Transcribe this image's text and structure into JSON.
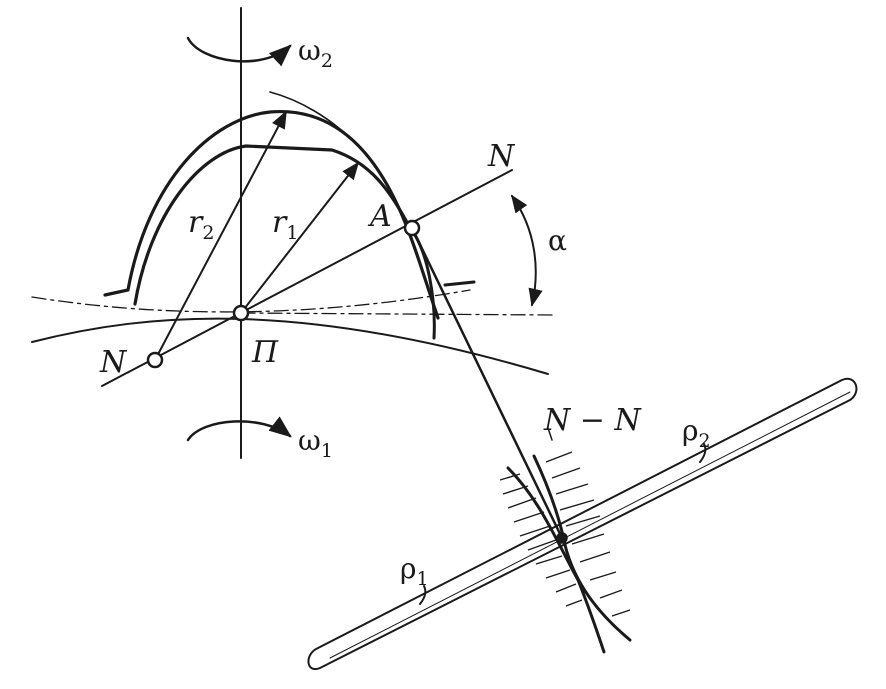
{
  "labels": {
    "omega2": "ω",
    "omega2_sub": "2",
    "omega1": "ω",
    "omega1_sub": "1",
    "r2": "r",
    "r2_sub": "2",
    "r1": "r",
    "r1_sub": "1",
    "point_A": "A",
    "pitch_point": "П",
    "N_upper": "N",
    "N_lower": "N",
    "alpha": "α",
    "section": "N − N",
    "rho1": "ρ",
    "rho1_sub": "1",
    "rho2": "ρ",
    "rho2_sub": "2"
  },
  "colors": {
    "ink": "#1a1a1a",
    "background": "#ffffff"
  }
}
